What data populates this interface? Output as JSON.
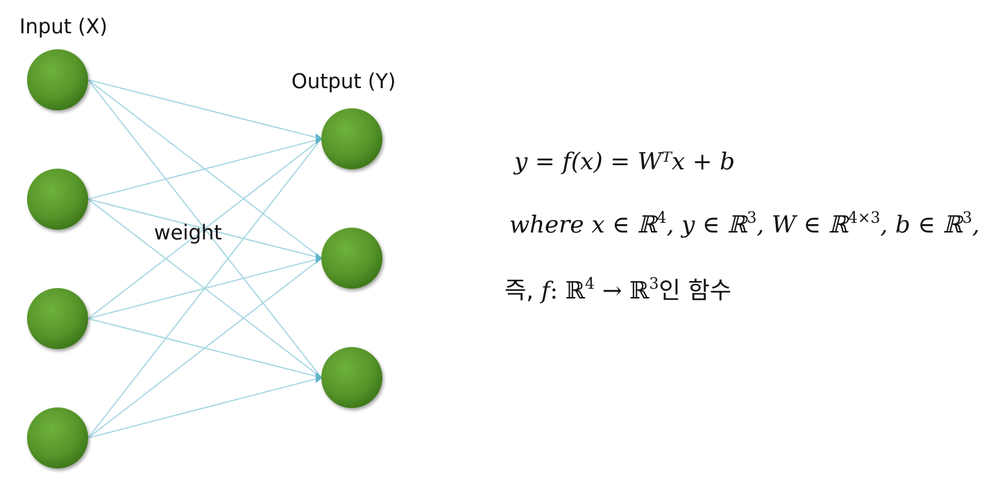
{
  "diagram": {
    "input_label": "Input (X)",
    "output_label": "Output (Y)",
    "weight_label": "weight",
    "input_node_count": 4,
    "output_node_count": 3,
    "node_color": "#5a9a2f",
    "edge_color": "#9fd3e0"
  },
  "equations": {
    "line1": "y = f(x) = Wᵀx + b",
    "line2_where": "where",
    "line2_x": "x ∈ ℝ",
    "line2_x_sup": "4",
    "line2_y": ", y ∈ ℝ",
    "line2_y_sup": "3",
    "line2_w": ", W ∈ ℝ",
    "line2_w_sup": "4×3",
    "line2_b": ", b ∈ ℝ",
    "line2_b_sup": "3",
    "line2_end": ",",
    "line3_prefix": "즉, ",
    "line3_f": "f",
    "line3_colon": ": ℝ",
    "line3_sup1": "4",
    "line3_arrow": " → ℝ",
    "line3_sup2": "3",
    "line3_suffix": "인 함수"
  }
}
